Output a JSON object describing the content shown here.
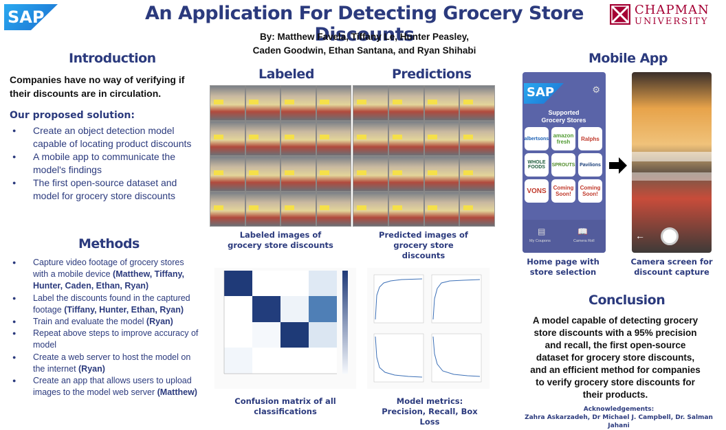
{
  "header": {
    "title": "An Application For Detecting Grocery Store Discounts",
    "authors_line1": "By: Matthew Favela, Tiffany Le, Hunter Peasley,",
    "authors_line2": "Caden Goodwin, Ethan Santana, and Ryan Shihabi",
    "sap_logo": "SAP",
    "uni_line1": "CHAPMAN",
    "uni_line2": "UNIVERSITY"
  },
  "intro": {
    "heading": "Introduction",
    "lead": "Companies have no way of verifying if their discounts are in circulation.",
    "solution_heading": "Our proposed solution:",
    "bullets": [
      "Create an object detection model capable of locating product discounts",
      "A mobile app to communicate the model's findings",
      "The first open-source dataset and model for grocery store discounts"
    ]
  },
  "methods": {
    "heading": "Methods",
    "items": [
      {
        "text": "Capture video footage of grocery stores with a mobile device ",
        "bold": "(Matthew, Tiffany, Hunter, Caden, Ethan, Ryan)"
      },
      {
        "text": "Label the discounts found in the captured footage ",
        "bold": "(Tiffany, Hunter, Ethan, Ryan)"
      },
      {
        "text": "Train and evaluate the model ",
        "bold": "(Ryan)"
      },
      {
        "text": "Repeat above steps to improve accuracy of model",
        "bold": ""
      },
      {
        "text": "Create a web server to host the model on the internet ",
        "bold": "(Ryan)"
      },
      {
        "text": "Create an app that allows users to upload images to the model web server ",
        "bold": "(Matthew)"
      }
    ]
  },
  "images": {
    "labeled_heading": "Labeled",
    "predictions_heading": "Predictions",
    "labeled_caption": "Labeled images of grocery store discounts",
    "predicted_caption": "Predicted images of grocery store discounts",
    "confusion_caption": "Confusion matrix of all classifications",
    "metrics_caption": "Model metrics: Precision, Recall, Box Loss"
  },
  "mobile": {
    "heading": "Mobile App",
    "app_logo": "SAP",
    "app_title": "Supported Grocery Stores",
    "stores": [
      "albertsons",
      "amazon fresh",
      "Ralphs",
      "WHOLE FOODS",
      "SPROUTS",
      "Pavilions",
      "VONS",
      "Coming Soon!",
      "Coming Soon!"
    ],
    "nav_left": "My Coupons",
    "nav_right": "Camera Roll",
    "home_caption": "Home page with store selection",
    "camera_caption": "Camera screen for discount capture",
    "arrow_icon": "right-arrow-icon"
  },
  "conclusion": {
    "heading": "Conclusion",
    "text": "A model capable of detecting grocery store discounts with a 95% precision and recall, the first open-source dataset for grocery store discounts, and an efficient method for companies to verify grocery store discounts for their products."
  },
  "ack": {
    "heading": "Acknowledgements:",
    "names": "Zahra Askarzadeh, Dr Michael J. Campbell, Dr. Salman Jahani"
  },
  "colors": {
    "accent": "#2b3a7d",
    "sap_blue": "#1a73e8",
    "chapman_red": "#a50034"
  }
}
